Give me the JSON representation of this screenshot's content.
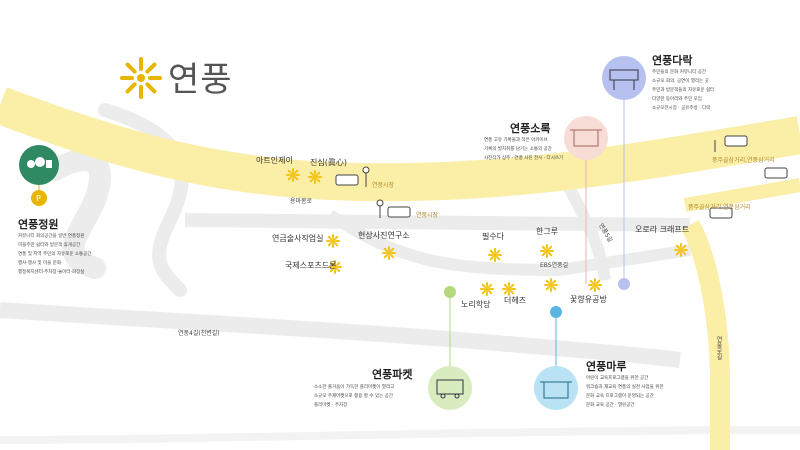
{
  "logo": {
    "text": "연풍",
    "icon": "sun-flower-icon",
    "color": "#e8b500"
  },
  "colors": {
    "road_main": "#fbeea6",
    "road_minor": "#eeeeee",
    "flower": "#f3c316",
    "green": "#b2d97c",
    "blue": "#5ab6e3",
    "lavender": "#b7c1ef"
  },
  "roads": {
    "main1": "연풍시장",
    "main2": "연풍시장",
    "left": "용마봉로",
    "bottom": "연풍4길(천변길)",
    "mid": "EBS연풍길",
    "side": "연풍5길",
    "right_top": "풍주골삼거리,연풍삼거리",
    "right_mid": "풍주골삼거리,연풍삼거리",
    "right_vertical": "연풍로길"
  },
  "places": {
    "art_indie": "아트인제이",
    "jinsim": "진심(眞心)",
    "embroidery": "연금술사작업실",
    "hyunsang": "현상사진연구소",
    "sports": "국제스포츠드론",
    "pilsuda": "필수다",
    "hangrue": "한그루",
    "noriakdang": "노리학당",
    "deheos": "더헤즈",
    "kkot": "꽃향유공방",
    "orora": "오로라 크래프트"
  },
  "facilities": {
    "garden": {
      "title": "연풍정원",
      "lines": [
        "커뮤니티 회의공간을 일반 연풍정원",
        "마을주민 쉼터와 방문객 휴게공간",
        "연풍 및 지역 주민의 자유로운 소통공간",
        "행사·행사 및 마을 문화",
        "행정복지센터·주차장·놀이터·화장실"
      ]
    },
    "darak": {
      "title": "연풍다락",
      "lines": [
        "주민들의 문화 커뮤니티 공간",
        "소규모 회의, 공연이 열리는 곳",
        "주민과 방문객들의 자유로운 쉼터",
        "다양한 동아리와 주민 모임",
        "소규모전시장 · 공유주방 · 다락"
      ]
    },
    "sorok": {
      "title": "연풍소록",
      "lines": [
        "연풍 고유 기록물과 작은 아카이브",
        "기록의 발자취를 남기는 소통의 공간",
        "사진작가 상주 · 연풍 사진 전시 · 다시쓰기"
      ]
    },
    "market": {
      "title": "연풍파켓",
      "lines": [
        "소소한 즐거움이 가득한 플리마켓이 열리고",
        "소규모 주제마켓으로 활용 할 수 있는 공간",
        "플리마켓 · 주차장"
      ]
    },
    "maru": {
      "title": "연풍마루",
      "lines": [
        "어린이 교육프로그램을 위한 공간",
        "워크숍과 재교육 연풍의 실천 사업을 위한",
        "문화 교육 프로그램이 운영되는 공간",
        "문화 교육 공간 · 열린공간"
      ]
    }
  }
}
